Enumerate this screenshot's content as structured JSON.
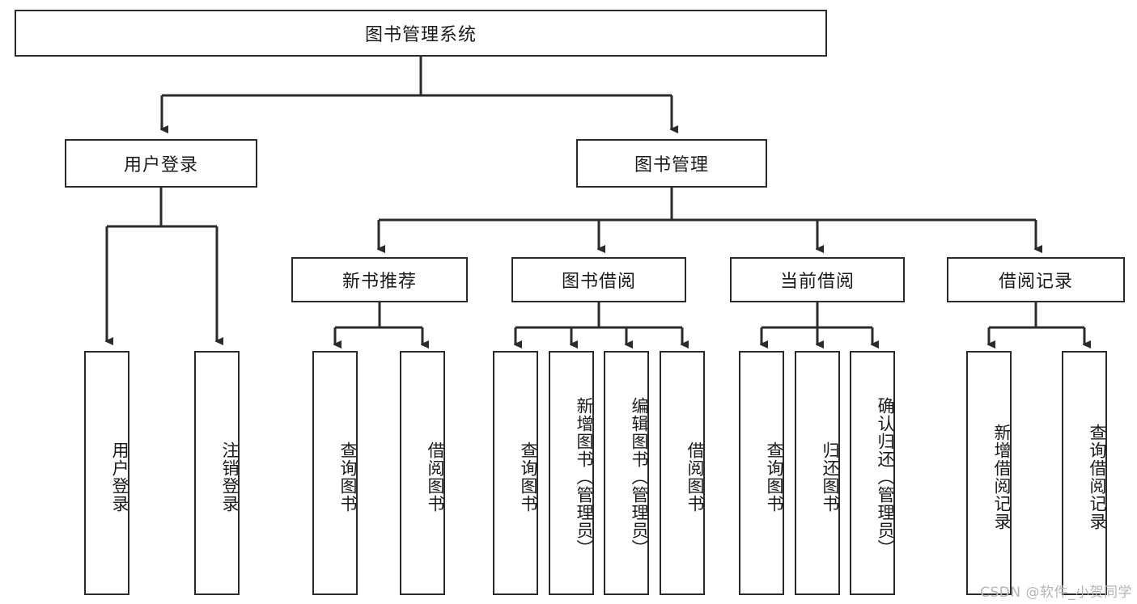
{
  "diagram": {
    "type": "tree-hierarchy",
    "title": "图书管理系统",
    "watermark": "CSDN @软件_小贺同学",
    "colors": {
      "stroke": "#2b2b2b",
      "fill": "#ffffff",
      "text": "#1a1a1a",
      "watermark": "#b4b4b4"
    },
    "levels": {
      "root": {
        "label": "图书管理系统"
      },
      "level2": [
        {
          "label": "用户登录"
        },
        {
          "label": "图书管理"
        }
      ],
      "level3": [
        {
          "label": "新书推荐"
        },
        {
          "label": "图书借阅"
        },
        {
          "label": "当前借阅"
        },
        {
          "label": "借阅记录"
        }
      ],
      "leaves": [
        {
          "label": "用户登录",
          "parent": "用户登录"
        },
        {
          "label": "注销登录",
          "parent": "用户登录"
        },
        {
          "label": "查询图书",
          "parent": "新书推荐"
        },
        {
          "label": "借阅图书",
          "parent": "新书推荐"
        },
        {
          "label": "查询图书",
          "parent": "图书借阅"
        },
        {
          "label": "新增图书（管理员）",
          "parent": "图书借阅"
        },
        {
          "label": "编辑图书（管理员）",
          "parent": "图书借阅"
        },
        {
          "label": "借阅图书",
          "parent": "图书借阅"
        },
        {
          "label": "查询图书",
          "parent": "当前借阅"
        },
        {
          "label": "归还图书",
          "parent": "当前借阅"
        },
        {
          "label": "确认归还（管理员）",
          "parent": "当前借阅"
        },
        {
          "label": "新增借阅记录",
          "parent": "借阅记录"
        },
        {
          "label": "查询借阅记录",
          "parent": "借阅记录"
        }
      ]
    }
  }
}
